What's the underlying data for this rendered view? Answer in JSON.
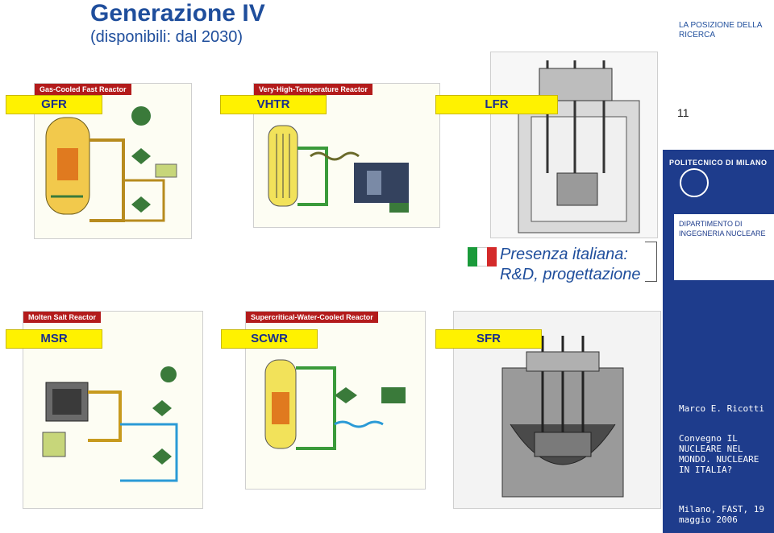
{
  "header": {
    "title": "Generazione IV",
    "subtitle": "(disponibili: dal 2030)",
    "section": "LA POSIZIONE DELLA RICERCA",
    "page_number": "11"
  },
  "panels": {
    "gfr": {
      "label": "GFR",
      "heading": "Gas-Cooled Fast Reactor"
    },
    "vhtr": {
      "label": "VHTR",
      "heading": "Very-High-Temperature Reactor"
    },
    "lfr": {
      "label": "LFR"
    },
    "msr": {
      "label": "MSR",
      "heading": "Molten Salt Reactor"
    },
    "scwr": {
      "label": "SCWR",
      "heading": "Supercritical-Water-Cooled Reactor"
    },
    "sfr": {
      "label": "SFR"
    }
  },
  "italy": {
    "line1": "Presenza italiana:",
    "line2": "R&D, progettazione",
    "flag_colors": [
      "#1a9a3a",
      "#ffffff",
      "#d42a2a"
    ]
  },
  "sidebar": {
    "university": "POLITECNICO DI MILANO",
    "department": "DIPARTIMENTO DI INGEGNERIA NUCLEARE",
    "author": "Marco E. Ricotti",
    "conference": "Convegno IL NUCLEARE NEL MONDO. NUCLEARE IN ITALIA?",
    "place_date": "Milano, FAST, 19 maggio 2006"
  },
  "colors": {
    "title": "#1f4e9c",
    "label_bg": "#fff200",
    "sidebar_bg": "#1e3c8c",
    "panel_heading": "#b31b1b"
  }
}
